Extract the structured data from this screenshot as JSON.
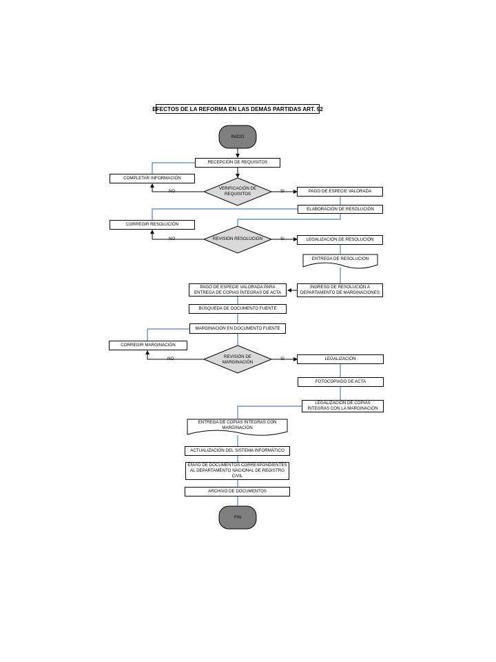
{
  "title": "EFECTOS DE LA REFORMA EN LAS DEMÁS PARTIDAS ART. 92",
  "colors": {
    "line_blue": "#4f81bd",
    "decision_fill": "#d9d9d9",
    "terminal_fill": "#7f7f7f",
    "stroke": "#000000"
  },
  "nodes": {
    "inicio": "INICIO",
    "recepcion": "RECEPCIÓN DE REQUISITOS",
    "completar": "COMPLETAR INFORMACIÓN",
    "verificacion": "VERIFICACIÓN DE REQUISITOS",
    "pago_especie": "PAGO DE ESPECIE VALORADA",
    "elaboracion": "ELABORACIÓN DE RESOLUCIÓN",
    "corregir_resolucion": "CORREGIR RESOLUCIÓN",
    "revision_resolucion": "REVISIÓN RESOLUCIÓN",
    "legalizacion_resolucion": "LEGALIZACIÓN DE RESOLUCIÓN",
    "entrega_resolucion": "ENTREGA DE  RESOLUCIÓN",
    "ingreso_resolucion": "INGRESO DE RESOLUCIÓN A DEPARTAMENTO DE MARGINACIONES",
    "pago_copias": "PAGO DE ESPECIE VALORADA PARA ENTREGA DE COPIAS ÍNTEGRAS DE ACTA",
    "busqueda": "BÚSQUEDA DE DOCUMENTO FUENTE",
    "marginacion": "MARGINACIÓN EN DOCUMENTO FUENTE",
    "corregir_marginacion": "CORREGIR MARGINACIÓN",
    "revision_marginacion": "REVISIÓN DE MARGINACIÓN",
    "legalizacion": "LEGALIZACIÓN",
    "fotocopiado": "FOTOCOPIADO DE ACTA",
    "legalizacion_copias": "LEGALIZACIÓN DE COPIAS ÍNTEGRAS CON LA MARGINACIÓN",
    "entrega_copias": "ENTREGA DE COPIAS ÍNTEGRAS CON MARGINACIÓN",
    "actualizacion": "ACTUALIZACIÓN DEL SISTEMA INFORMÁTICO",
    "envio": "ENVÍO DE DOCUMENTOS CORRESPONDIENTES AL DEPARTAMENTO NACIONAL DE REGISTRO CIVIL",
    "archivo": "ARCHIVO DE DOCUMENTOS",
    "fin": "FIN"
  },
  "labels": {
    "si": "SI",
    "no": "NO"
  }
}
